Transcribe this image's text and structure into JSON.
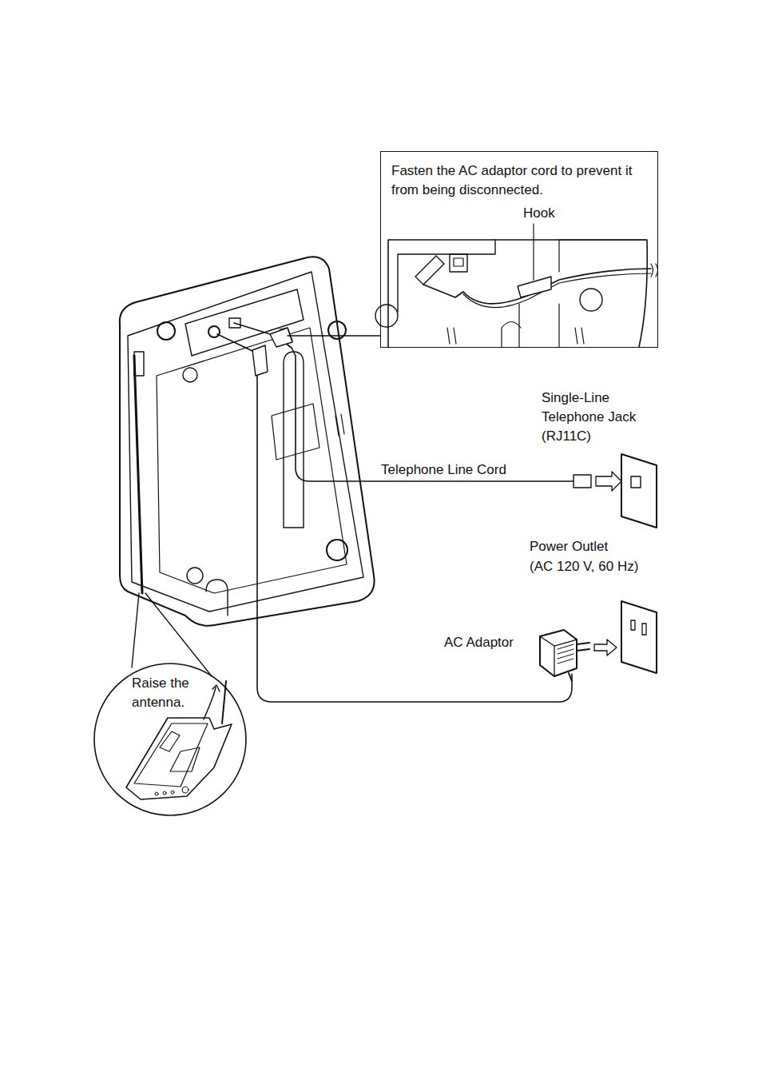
{
  "diagram": {
    "nodes": [
      {
        "text": [
          "Fasten the AC adaptor cord to prevent it from being disconnected."
        ]
      },
      {
        "text": [
          "Raise the antenna."
        ]
      }
    ],
    "labels": [
      "Hook",
      "Single-Line Telephone Jack (RJ11C)",
      "Telephone Line Cord",
      "Power Outlet",
      "(AC 120 V, 60 Hz)",
      "AC Adaptor"
    ]
  }
}
